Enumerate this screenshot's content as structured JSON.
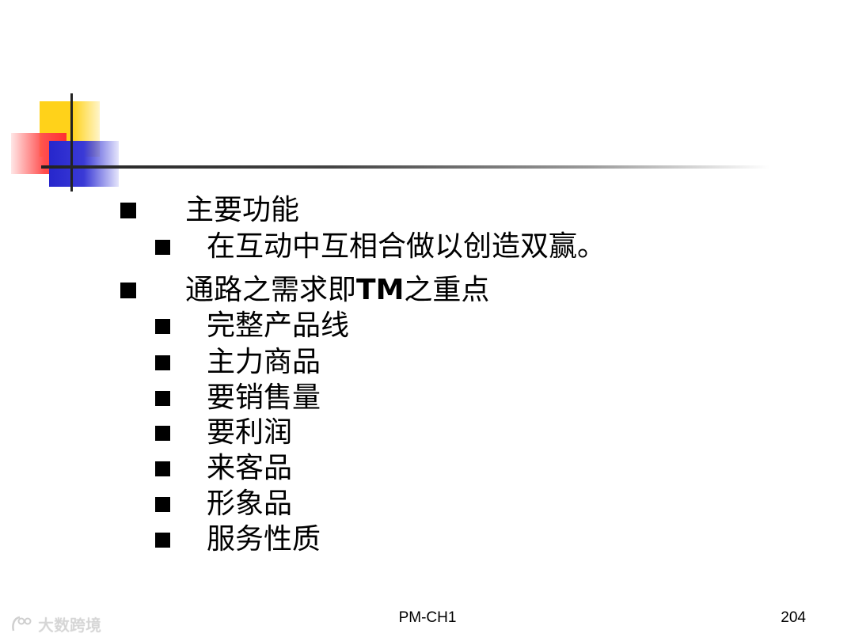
{
  "bullets": [
    {
      "level": 1,
      "text": "主要功能"
    },
    {
      "level": 2,
      "text": "在互动中互相合做以创造双赢。"
    },
    {
      "level": 1,
      "text_before": "通路之需求即",
      "text_bold": "TM",
      "text_after": "之重点"
    },
    {
      "level": 2,
      "text": "完整产品线"
    },
    {
      "level": 2,
      "text": "主力商品"
    },
    {
      "level": 2,
      "text": "要销售量"
    },
    {
      "level": 2,
      "text": "要利润"
    },
    {
      "level": 2,
      "text": "来客品"
    },
    {
      "level": 2,
      "text": "形象品"
    },
    {
      "level": 2,
      "text": "服务性质"
    }
  ],
  "footer": {
    "center": "PM-CH1",
    "page_number": "204"
  },
  "watermark": {
    "text": "大数跨境"
  },
  "colors": {
    "yellow": "#ffd21a",
    "red": "#ff3030",
    "blue": "#2626cc"
  }
}
